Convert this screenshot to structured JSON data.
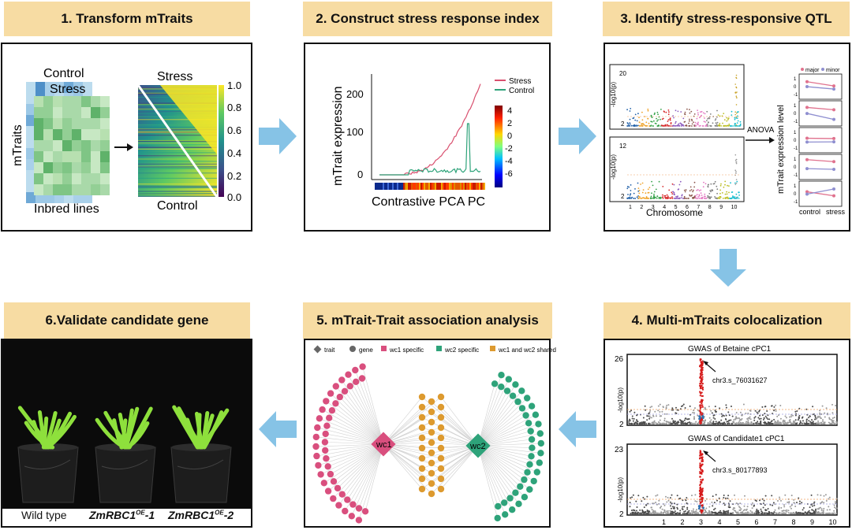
{
  "colors": {
    "header_bg": "#f7dca3",
    "arrow": "#86c3e6",
    "stress_line": "#d9506f",
    "control_line": "#2ea37a",
    "wc1": "#d94f7e",
    "wc2": "#2ea37a",
    "shared": "#dd9a2f"
  },
  "panels": [
    {
      "title": "1. Transform mTraits"
    },
    {
      "title": "2. Construct stress response index"
    },
    {
      "title": "3. Identify stress-responsive QTL"
    },
    {
      "title": "4. Multi-mTraits colocalization"
    },
    {
      "title": "5. mTrait-Trait association analysis"
    },
    {
      "title": "6.Validate candidate gene"
    }
  ],
  "p1": {
    "control_label": "Control",
    "stress_label": "Stress",
    "mtraits_label": "mTraits",
    "inbred_label": "Inbred lines",
    "heat_stress": "Stress",
    "heat_control": "Control",
    "colorbar_ticks": [
      "1.0",
      "0.8",
      "0.6",
      "0.4",
      "0.2",
      "0.0"
    ]
  },
  "p2": {
    "ylabel": "mTrait expression",
    "xlabel": "Contrastive PCA PC",
    "yticks": [
      "200",
      "100",
      "0"
    ],
    "legend": [
      "Stress",
      "Control"
    ],
    "colorbar_ticks": [
      "4",
      "2",
      "0",
      "-2",
      "-4",
      "-6"
    ]
  },
  "p3": {
    "top_yticks": [
      "20",
      "2"
    ],
    "bottom_yticks": [
      "12",
      "2"
    ],
    "ylabel": "-log10(p)",
    "xlabel": "Chromosome",
    "chrom_ticks": [
      "1",
      "2",
      "3",
      "4",
      "5",
      "6",
      "7",
      "8",
      "9",
      "10"
    ],
    "anova_label": "ANOVA",
    "legend": [
      "major",
      "minor"
    ],
    "right_ylabel": "mTrait expression level",
    "right_xticks": [
      "control",
      "stress"
    ],
    "right_yticks": [
      "1",
      "0",
      "-1"
    ]
  },
  "p4": {
    "top_title": "GWAS of  Betaine cPC1",
    "top_snp": "chr3.s_76031627",
    "top_ymax": "26",
    "top_ymin": "2",
    "bottom_title": "GWAS of Candidate1 cPC1",
    "bottom_snp": "chr3.s_80177893",
    "bottom_ymax": "23",
    "bottom_ymin": "2",
    "ylabel": "-log10(p)",
    "chrom_ticks": [
      "1",
      "2",
      "3",
      "4",
      "5",
      "6",
      "7",
      "8",
      "9",
      "10"
    ]
  },
  "p5": {
    "legend": [
      "trait",
      "gene",
      "wc1 specific",
      "wc2 specific",
      "wc1 and wc2 shared"
    ],
    "hub1": "wc1",
    "hub2": "wc2"
  },
  "p6": {
    "captions": [
      "Wild type",
      "ZmRBC1",
      "OE",
      "-1",
      "ZmRBC1",
      "OE",
      "-2"
    ]
  }
}
